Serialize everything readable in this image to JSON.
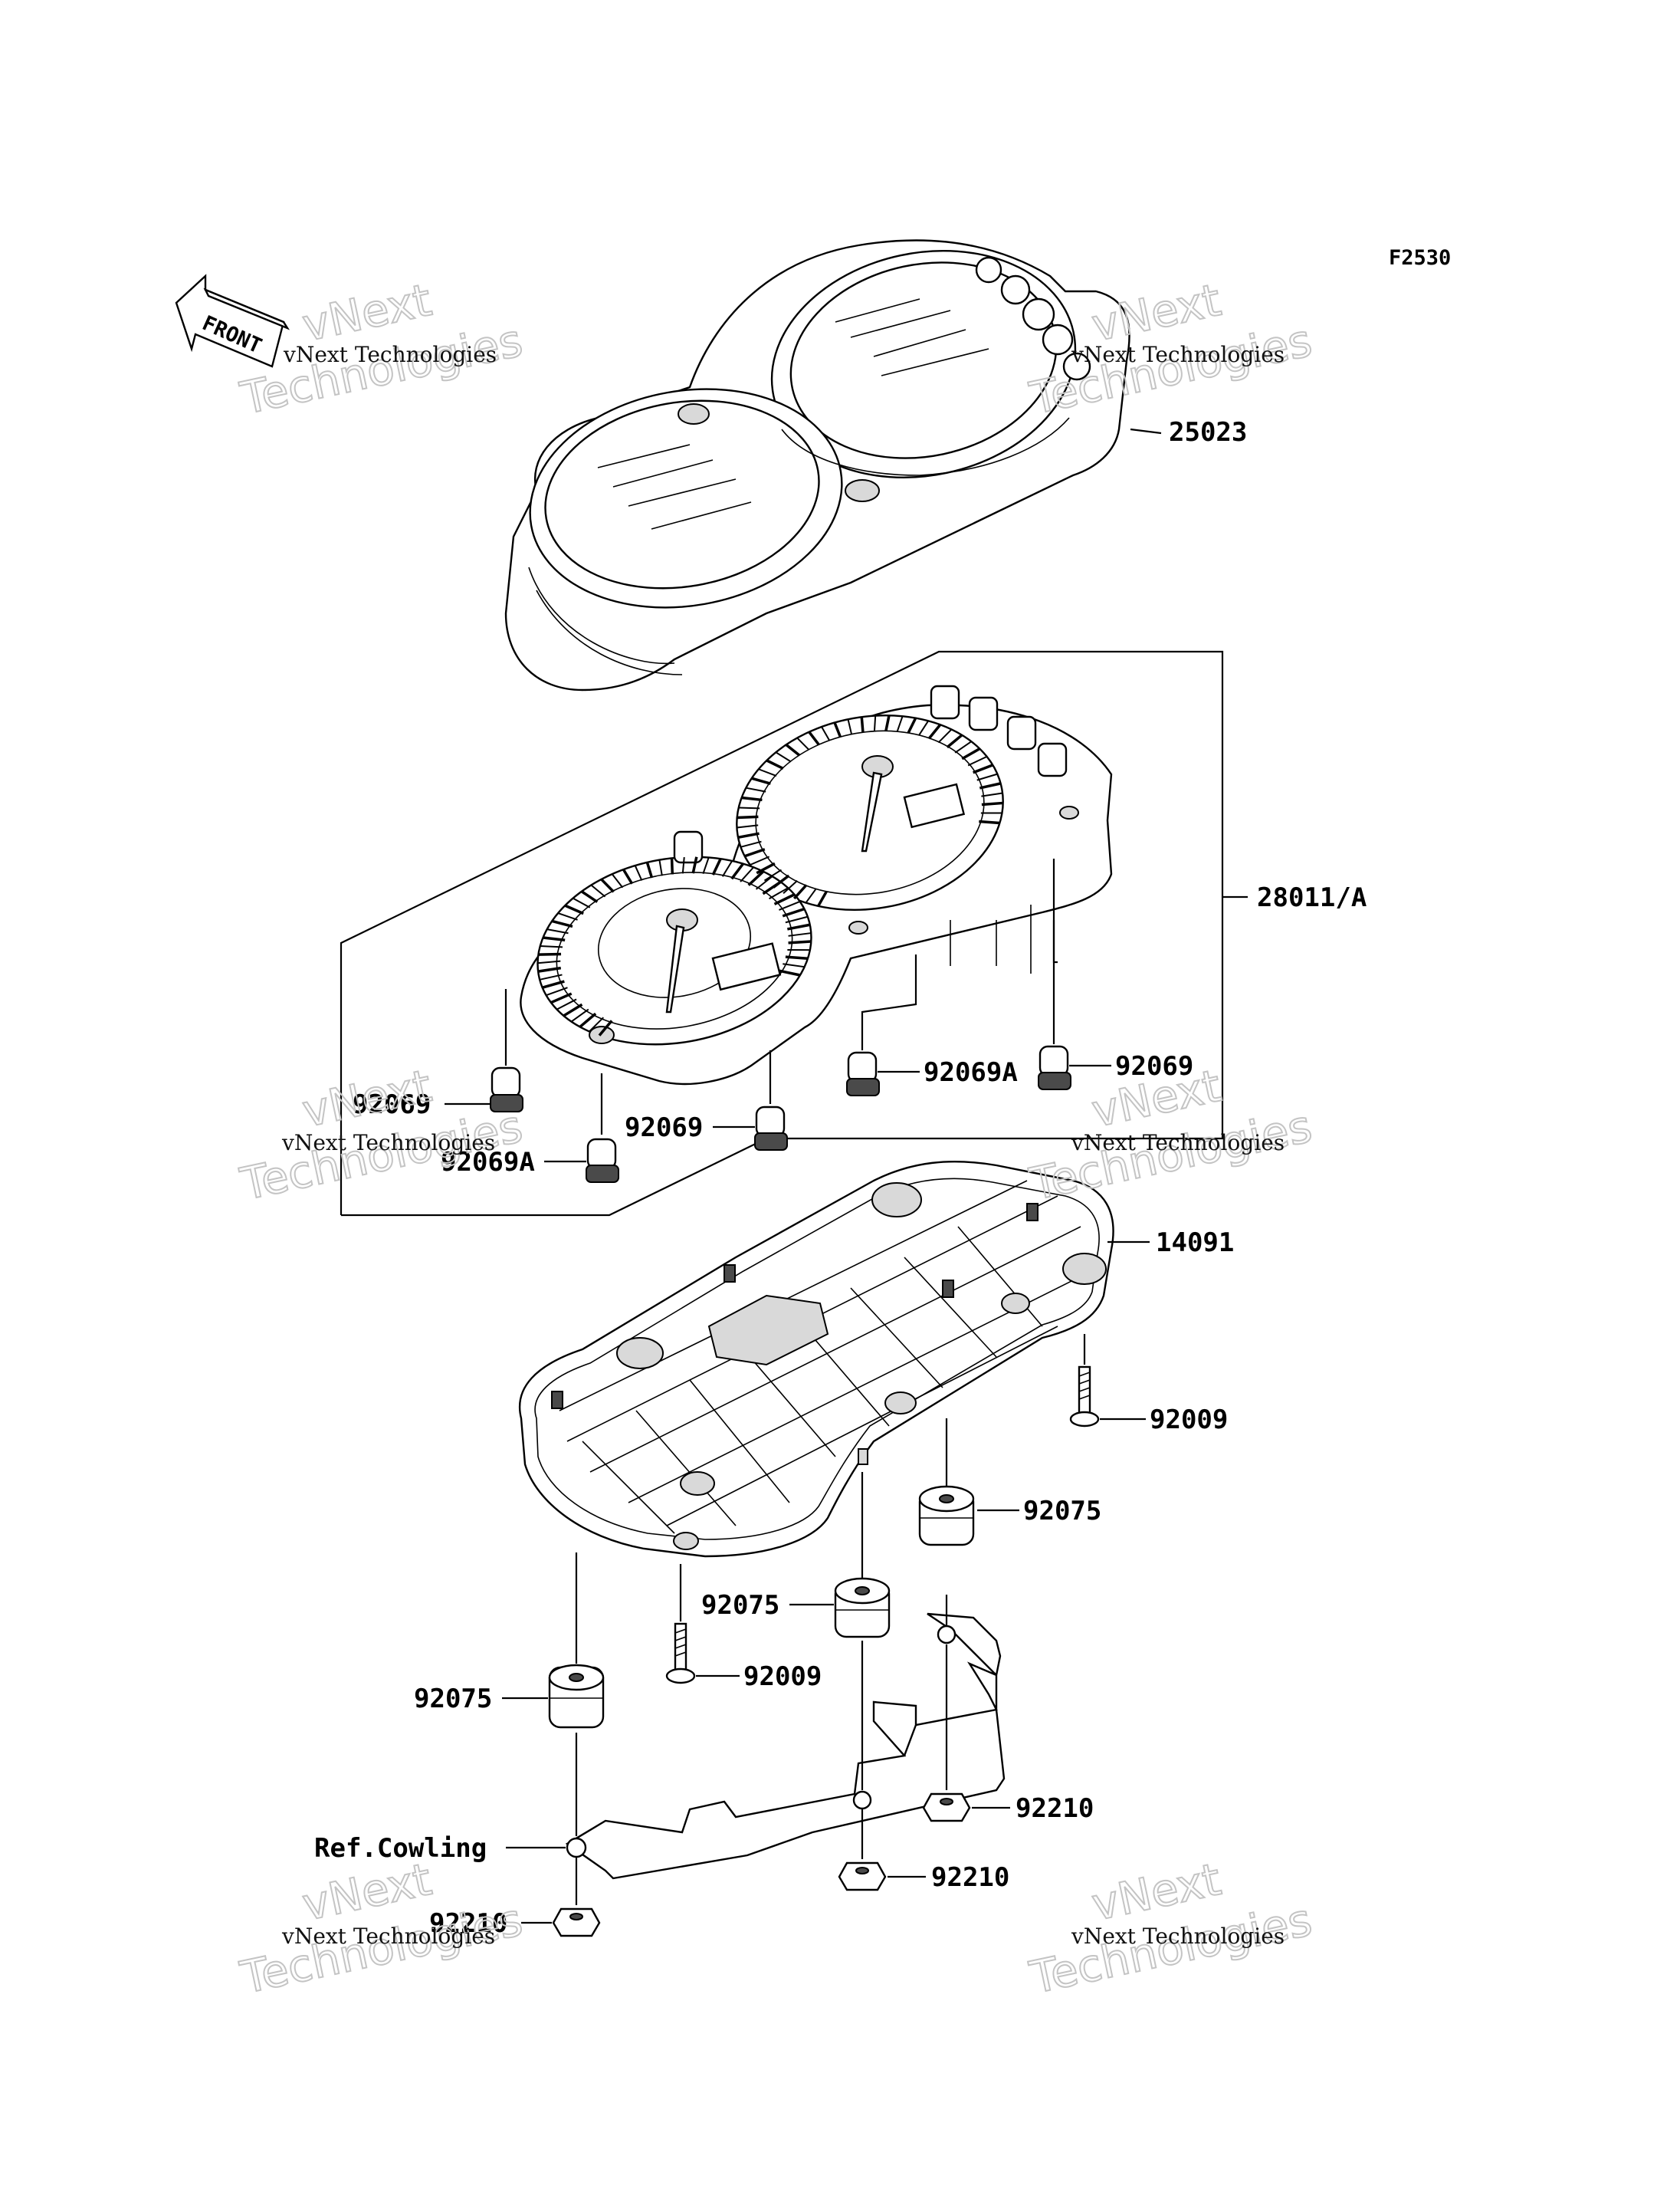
{
  "figure_code": "F2530",
  "front_arrow_label": "FRONT",
  "watermark": {
    "line1": "vNext Technologies",
    "line2": "vNext",
    "line3": "Technologies"
  },
  "parts": {
    "p25023": "25023",
    "p28011a": "28011/A",
    "p92069_left": "92069",
    "p92069a_left": "92069A",
    "p92069_center": "92069",
    "p92069a_right": "92069A",
    "p92069_right": "92069",
    "p14091": "14091",
    "p92009_right": "92009",
    "p92075_right": "92075",
    "p92075_center": "92075",
    "p92009_center": "92009",
    "p92075_left": "92075",
    "ref_cowling": "Ref.Cowling",
    "p92210_right": "92210",
    "p92210_center": "92210",
    "p92210_left": "92210"
  }
}
